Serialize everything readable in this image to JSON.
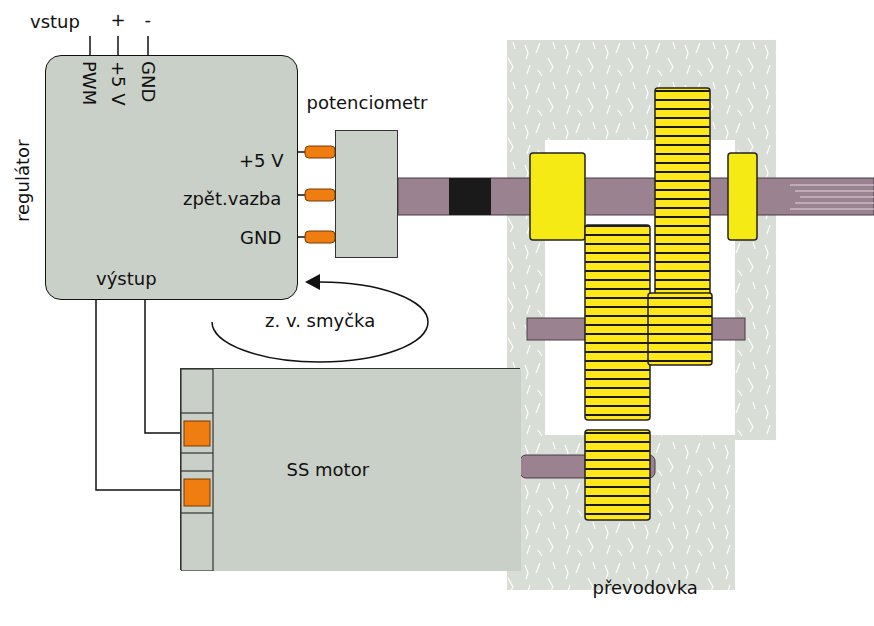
{
  "diagram": {
    "nodes": [
      {
        "text": [
          "regulátor",
          "PWM",
          "+5 V",
          "GND",
          "+5 V",
          "zpět.vazba",
          "GND",
          "výstup"
        ]
      },
      {
        "text": [
          "potenciometr"
        ]
      },
      {
        "text": [
          "SS motor"
        ]
      },
      {
        "text": [
          "převodovka"
        ]
      }
    ],
    "edges": [
      {
        "from": 0,
        "to": 1,
        "arrow": "none"
      },
      {
        "from": 0,
        "to": 1,
        "arrow": "none"
      },
      {
        "from": 0,
        "to": 1,
        "arrow": "none"
      },
      {
        "from": 0,
        "to": 2,
        "arrow": "none"
      },
      {
        "from": 0,
        "to": 2,
        "arrow": "none"
      }
    ],
    "labels": [
      "vstup",
      "+",
      "-",
      "z. v. smyčka"
    ]
  }
}
